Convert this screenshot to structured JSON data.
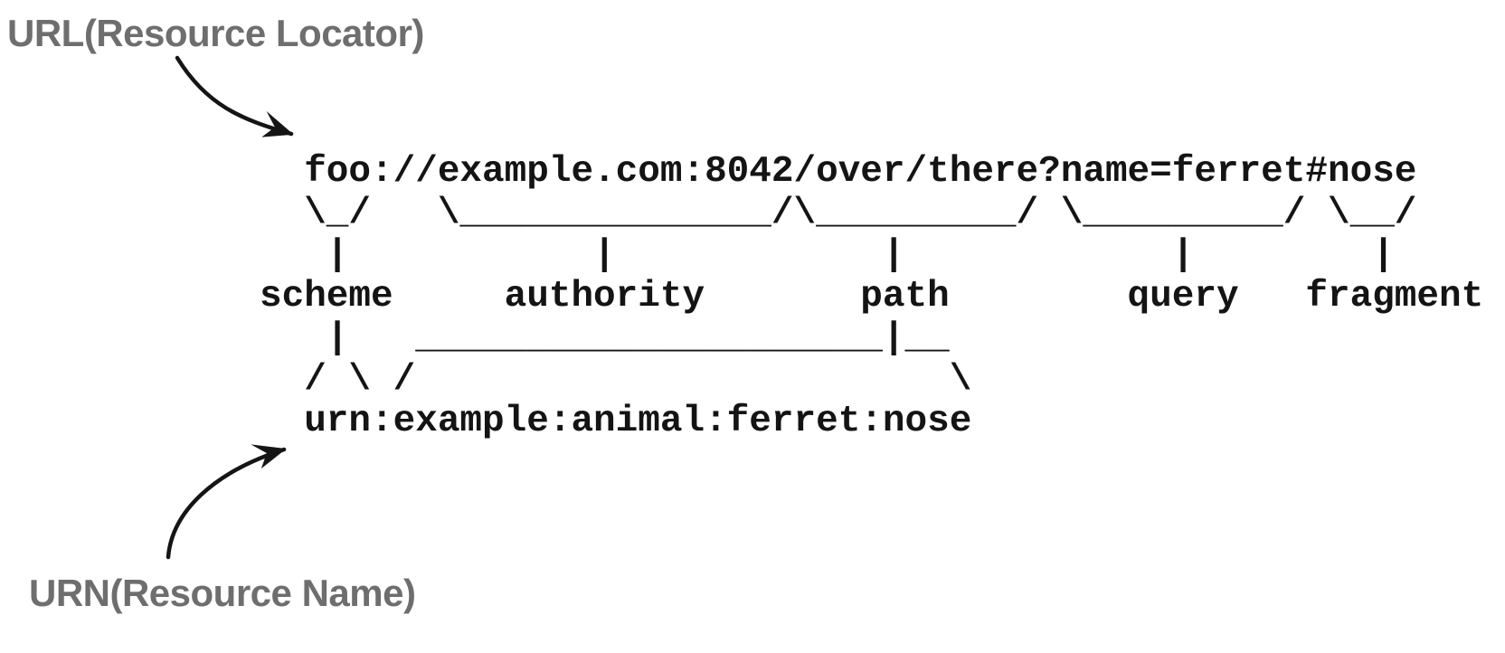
{
  "labels": {
    "url": "URL(Resource Locator)",
    "urn": "URN(Resource Name)"
  },
  "diagram": {
    "uri_example": "foo://example.com:8042/over/there?name=ferret#nose",
    "urn_example": "urn:example:animal:ferret:nose",
    "components": [
      "scheme",
      "authority",
      "path",
      "query",
      "fragment"
    ],
    "ascii_art": [
      "  foo://example.com:8042/over/there?name=ferret#nose",
      "  \\_/   \\______________/\\_________/ \\_________/ \\__/",
      "   |           |            |            |        |",
      "scheme     authority       path        query   fragment",
      "   |   _____________________|__",
      "  / \\ /                        \\",
      "  urn:example:animal:ferret:nose"
    ]
  },
  "colors": {
    "label_gray": "#6e6e6e",
    "ink": "#141414",
    "background": "#ffffff"
  }
}
